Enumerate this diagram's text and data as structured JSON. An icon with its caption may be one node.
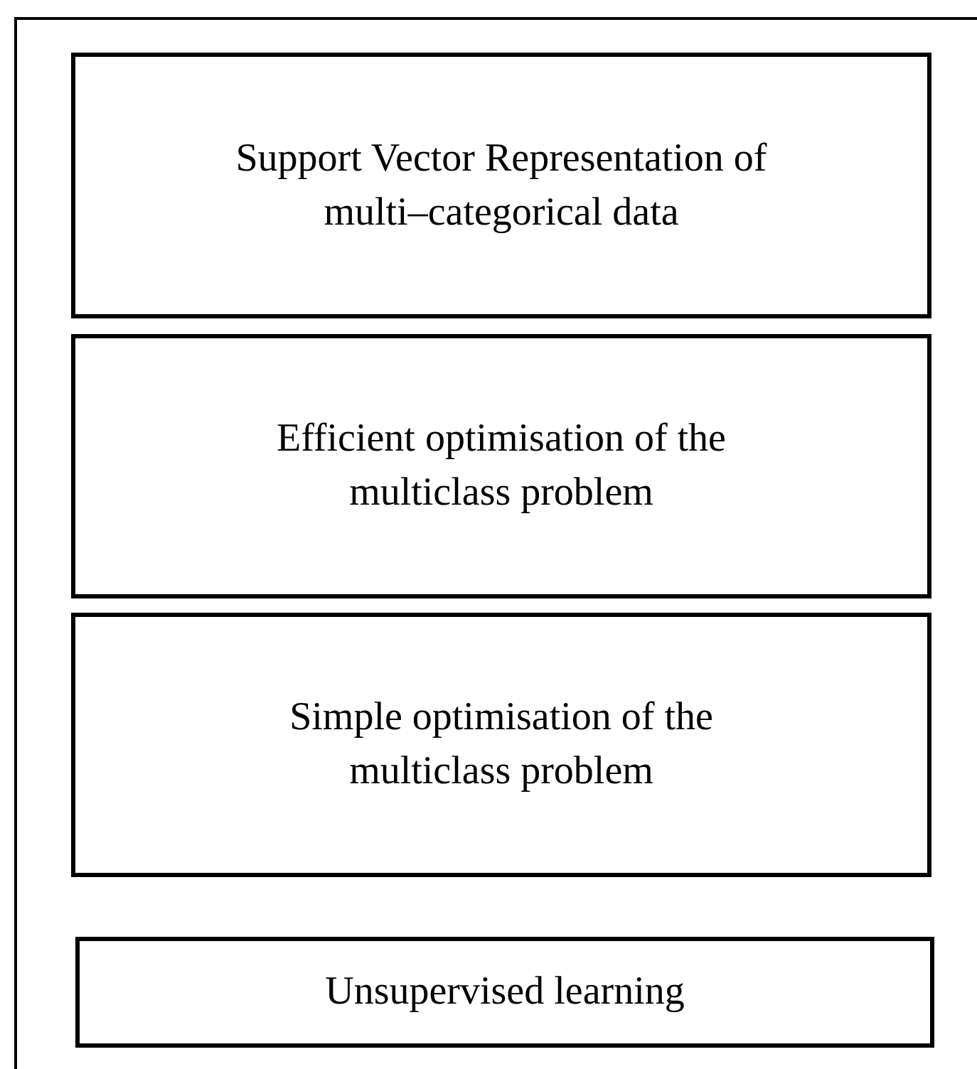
{
  "diagram": {
    "nodes": [
      {
        "text": [],
        "shape": "box"
      },
      {
        "text": [
          "Support Vector Representation of multi–categorical data"
        ],
        "in": 0
      },
      {
        "text": [
          "Efficient optimisation of the multiclass problem"
        ],
        "in": 0
      },
      {
        "text": [
          "Simple optimisation of the multiclass problem"
        ],
        "in": 0
      },
      {
        "text": [
          "Unsupervised learning"
        ],
        "in": 0
      }
    ]
  }
}
